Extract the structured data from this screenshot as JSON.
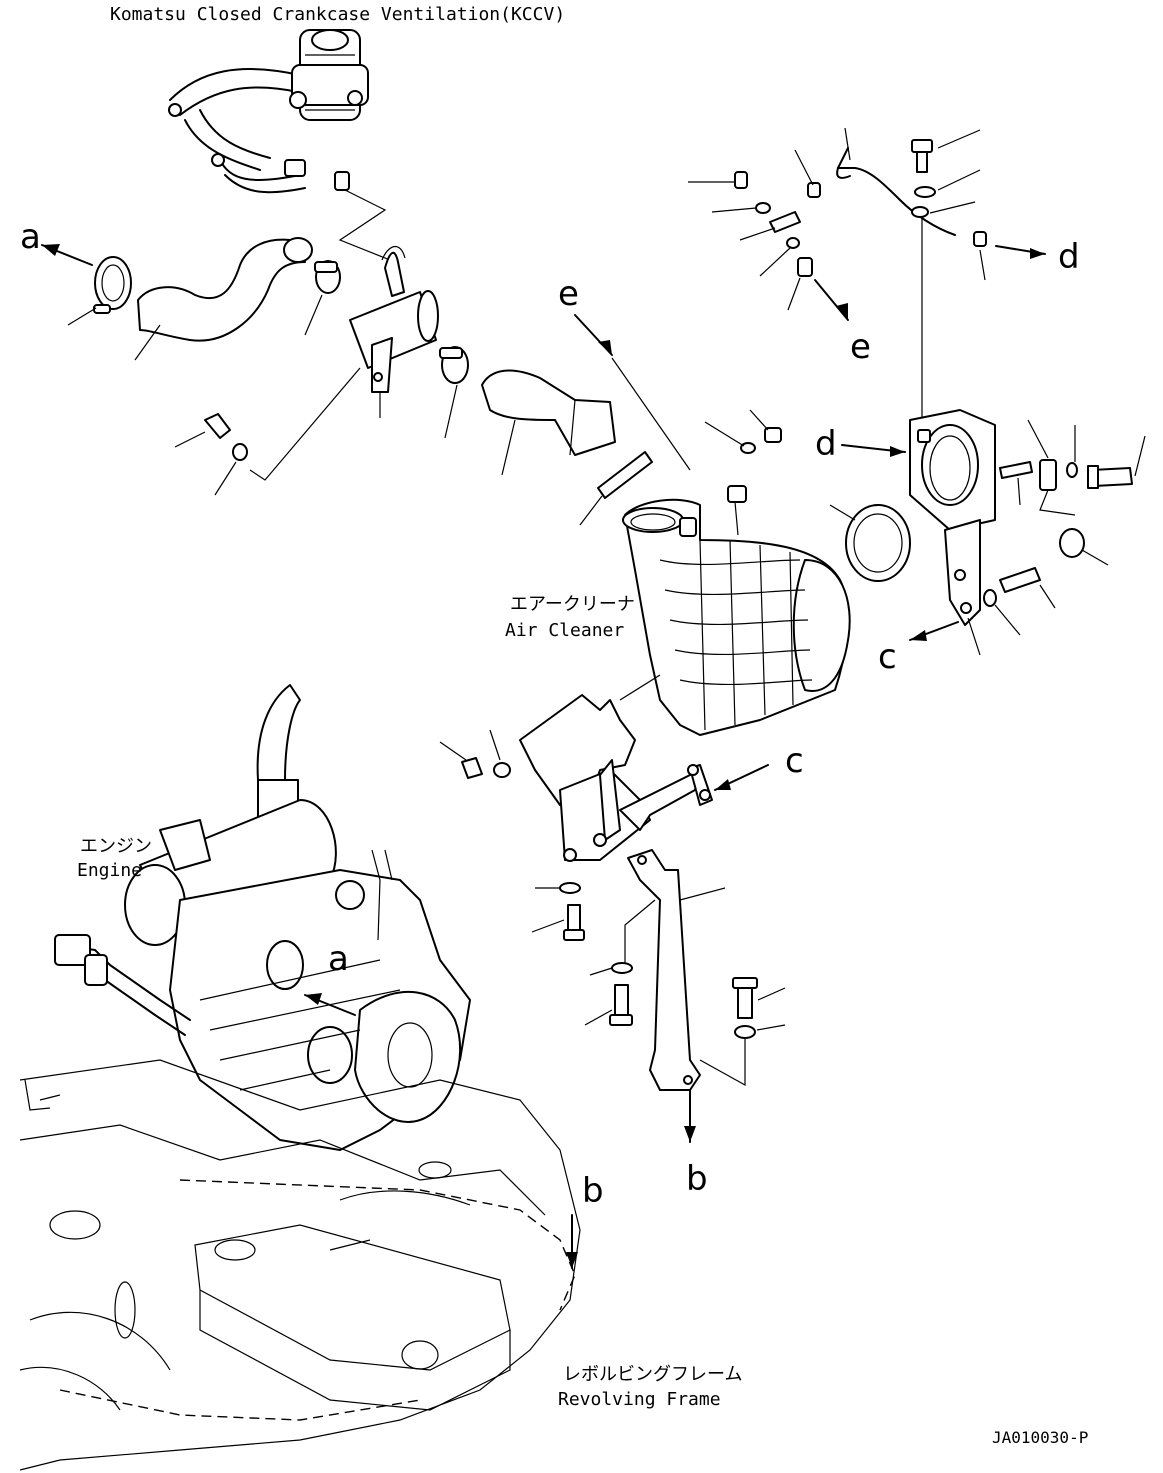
{
  "title": "Komatsu Closed Crankcase Ventilation(KCCV)",
  "components": {
    "air_cleaner": {
      "label_jp": "エアークリーナ",
      "label_en": "Air Cleaner"
    },
    "engine": {
      "label_jp": "エンジン",
      "label_en": "Engine"
    },
    "revolving_frame": {
      "label_jp": "レボルビングフレーム",
      "label_en": "Revolving Frame"
    }
  },
  "callouts": {
    "a": "a",
    "b": "b",
    "c": "c",
    "d": "d",
    "e": "e"
  },
  "drawing_code": "JA010030-P"
}
